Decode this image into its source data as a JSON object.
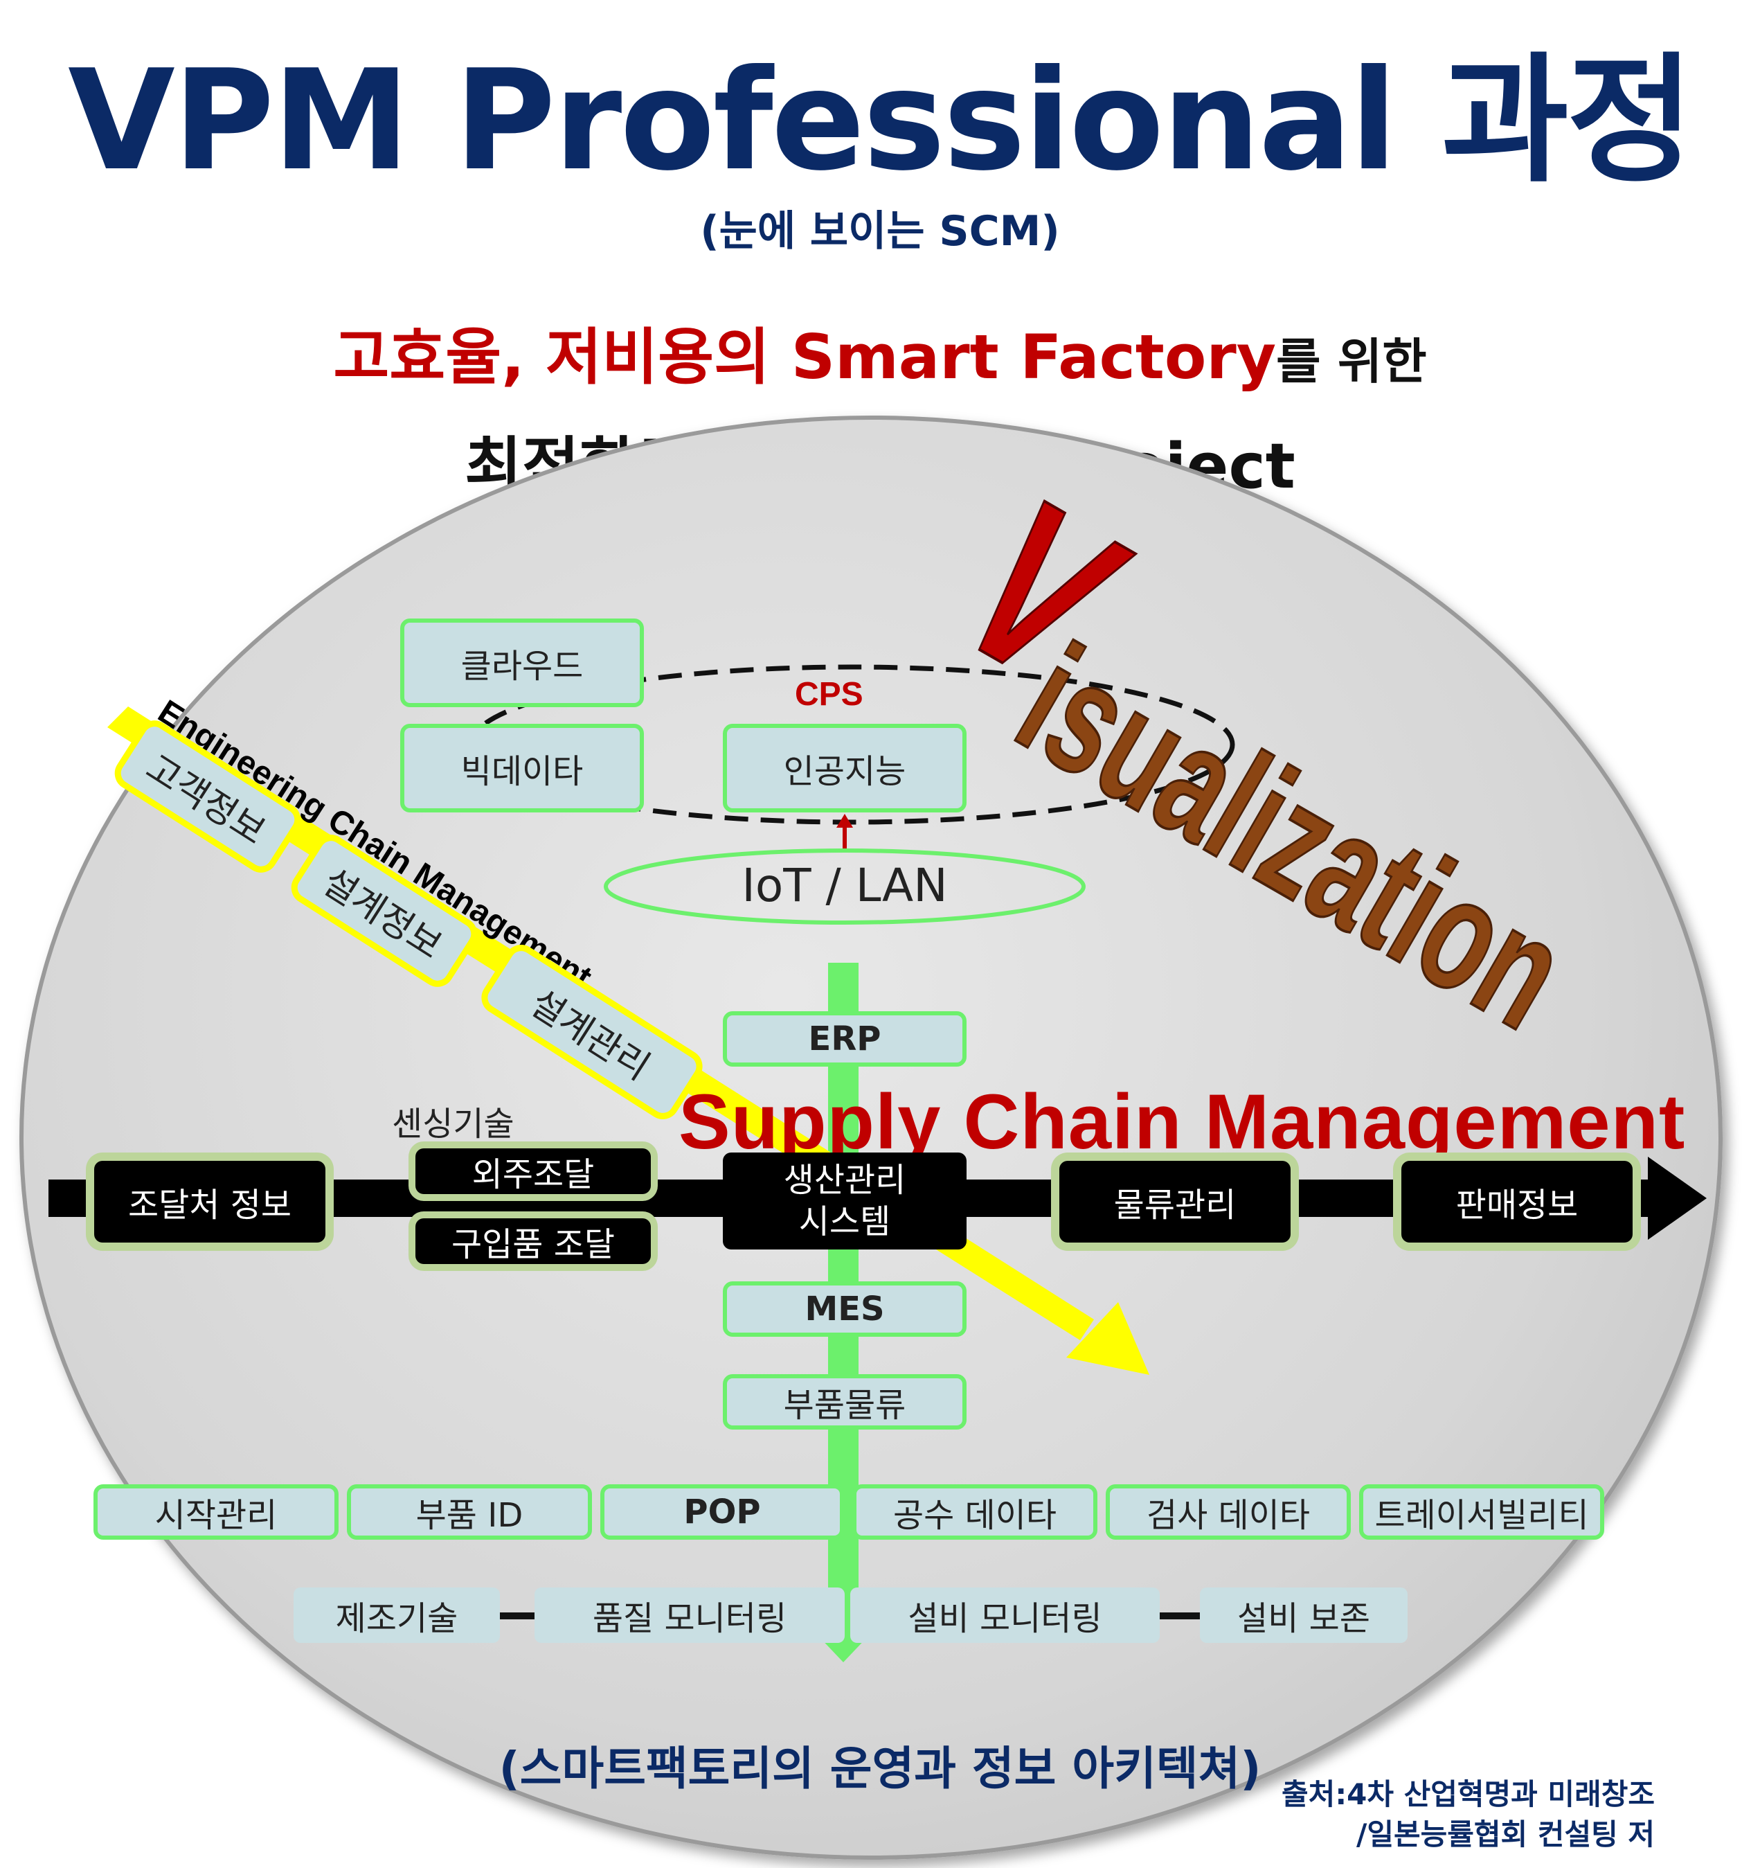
{
  "title": "VPM Professional 과정",
  "subtitle": "(눈에 보이는 SCM)",
  "headline": {
    "red_part": "고효율, 저비용의 Smart Factory",
    "black_part": "를 위한",
    "line2": "최적화된 공급망 혁신 Project"
  },
  "visualization": "Visualization",
  "cps": {
    "label": "CPS",
    "boxes": [
      "클라우드",
      "빅데이타",
      "인공지능"
    ],
    "network": "IoT / LAN"
  },
  "ecm": {
    "label": "Engineering Chain Management",
    "boxes": [
      "고객정보",
      "설계정보",
      "설계관리"
    ]
  },
  "scm": {
    "label": "Supply Chain Management",
    "sensing": "센싱기술",
    "chain": [
      "조달처 정보",
      "외주조달",
      "구입품 조달",
      "생산관리\n시스템",
      "물류관리",
      "판매정보"
    ]
  },
  "vertical": [
    "ERP",
    "MES",
    "부품물류"
  ],
  "row1": [
    "시작관리",
    "부품 ID",
    "POP",
    "공수 데이타",
    "검사 데이타",
    "트레이서빌리티"
  ],
  "row2": [
    "제조기술",
    "품질 모니터링",
    "설비 모니터링",
    "설비 보존"
  ],
  "bottom_caption": "(스마트팩토리의 운영과 정보 아키텍쳐)",
  "source": {
    "line1": "출처:4차 산업혁명과 미래창조",
    "line2": "/일본능률협회 컨설팅 저"
  },
  "colors": {
    "title": "#0b2a66",
    "red": "#c00000",
    "visualization_v": "#c00000",
    "visualization_rest": "#8b4513",
    "green_border": "#6cf06c",
    "box_fill": "#c9dfe3",
    "yellow": "#ffff00"
  }
}
